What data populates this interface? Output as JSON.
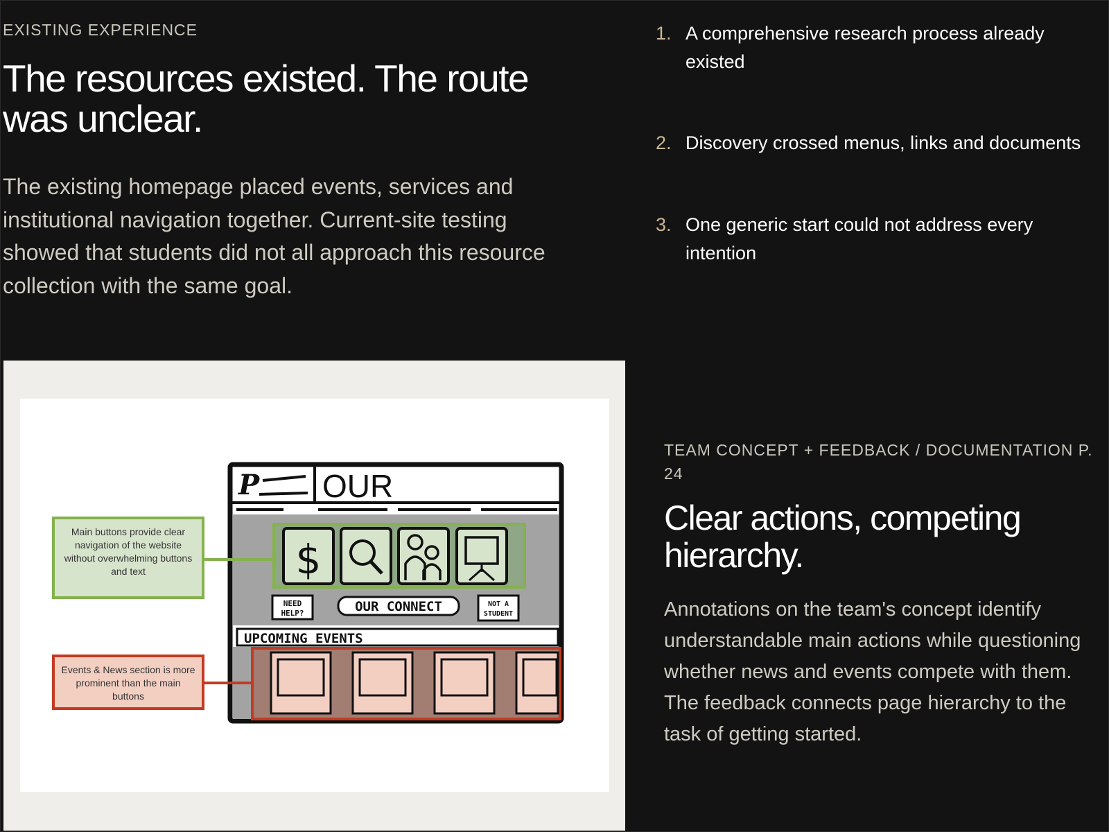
{
  "existing": {
    "eyebrow": "EXISTING EXPERIENCE",
    "title": "The resources existed. The route was unclear.",
    "description": "The existing homepage placed events, services and institutional navigation together. Current-site testing showed that students did not all approach this resource collection with the same goal."
  },
  "findings": [
    {
      "number": "1.",
      "text": "A comprehensive research process already existed"
    },
    {
      "number": "2.",
      "text": "Discovery crossed menus, links and documents"
    },
    {
      "number": "3.",
      "text": "One generic start could not address every intention"
    }
  ],
  "sketch": {
    "logo_text": "OUR",
    "button_labels": [
      "NEED HELP?",
      "OUR CONNECT",
      "NOT A STUDENT"
    ],
    "events_heading": "UPCOMING EVENTS",
    "annotation_green": "Main buttons provide clear navigation of the website without overwhelming buttons and text",
    "annotation_red": "Events & News section is more prominent than the main buttons",
    "icons": [
      "dollar-icon",
      "search-icon",
      "people-icon",
      "presentation-icon"
    ],
    "colors": {
      "green": "#84b24e",
      "green_fill": "#d7e4cc",
      "red": "#c23b22",
      "red_fill": "#f3cfc2",
      "grey": "#a3a3a3"
    }
  },
  "feedback": {
    "eyebrow": "TEAM CONCEPT + FEEDBACK / DOCUMENTATION P. 24",
    "title": "Clear actions, competing hierarchy.",
    "description": "Annotations on the team's concept identify understandable main actions while questioning whether news and events compete with them. The feedback connects page hierarchy to the task of getting started."
  }
}
